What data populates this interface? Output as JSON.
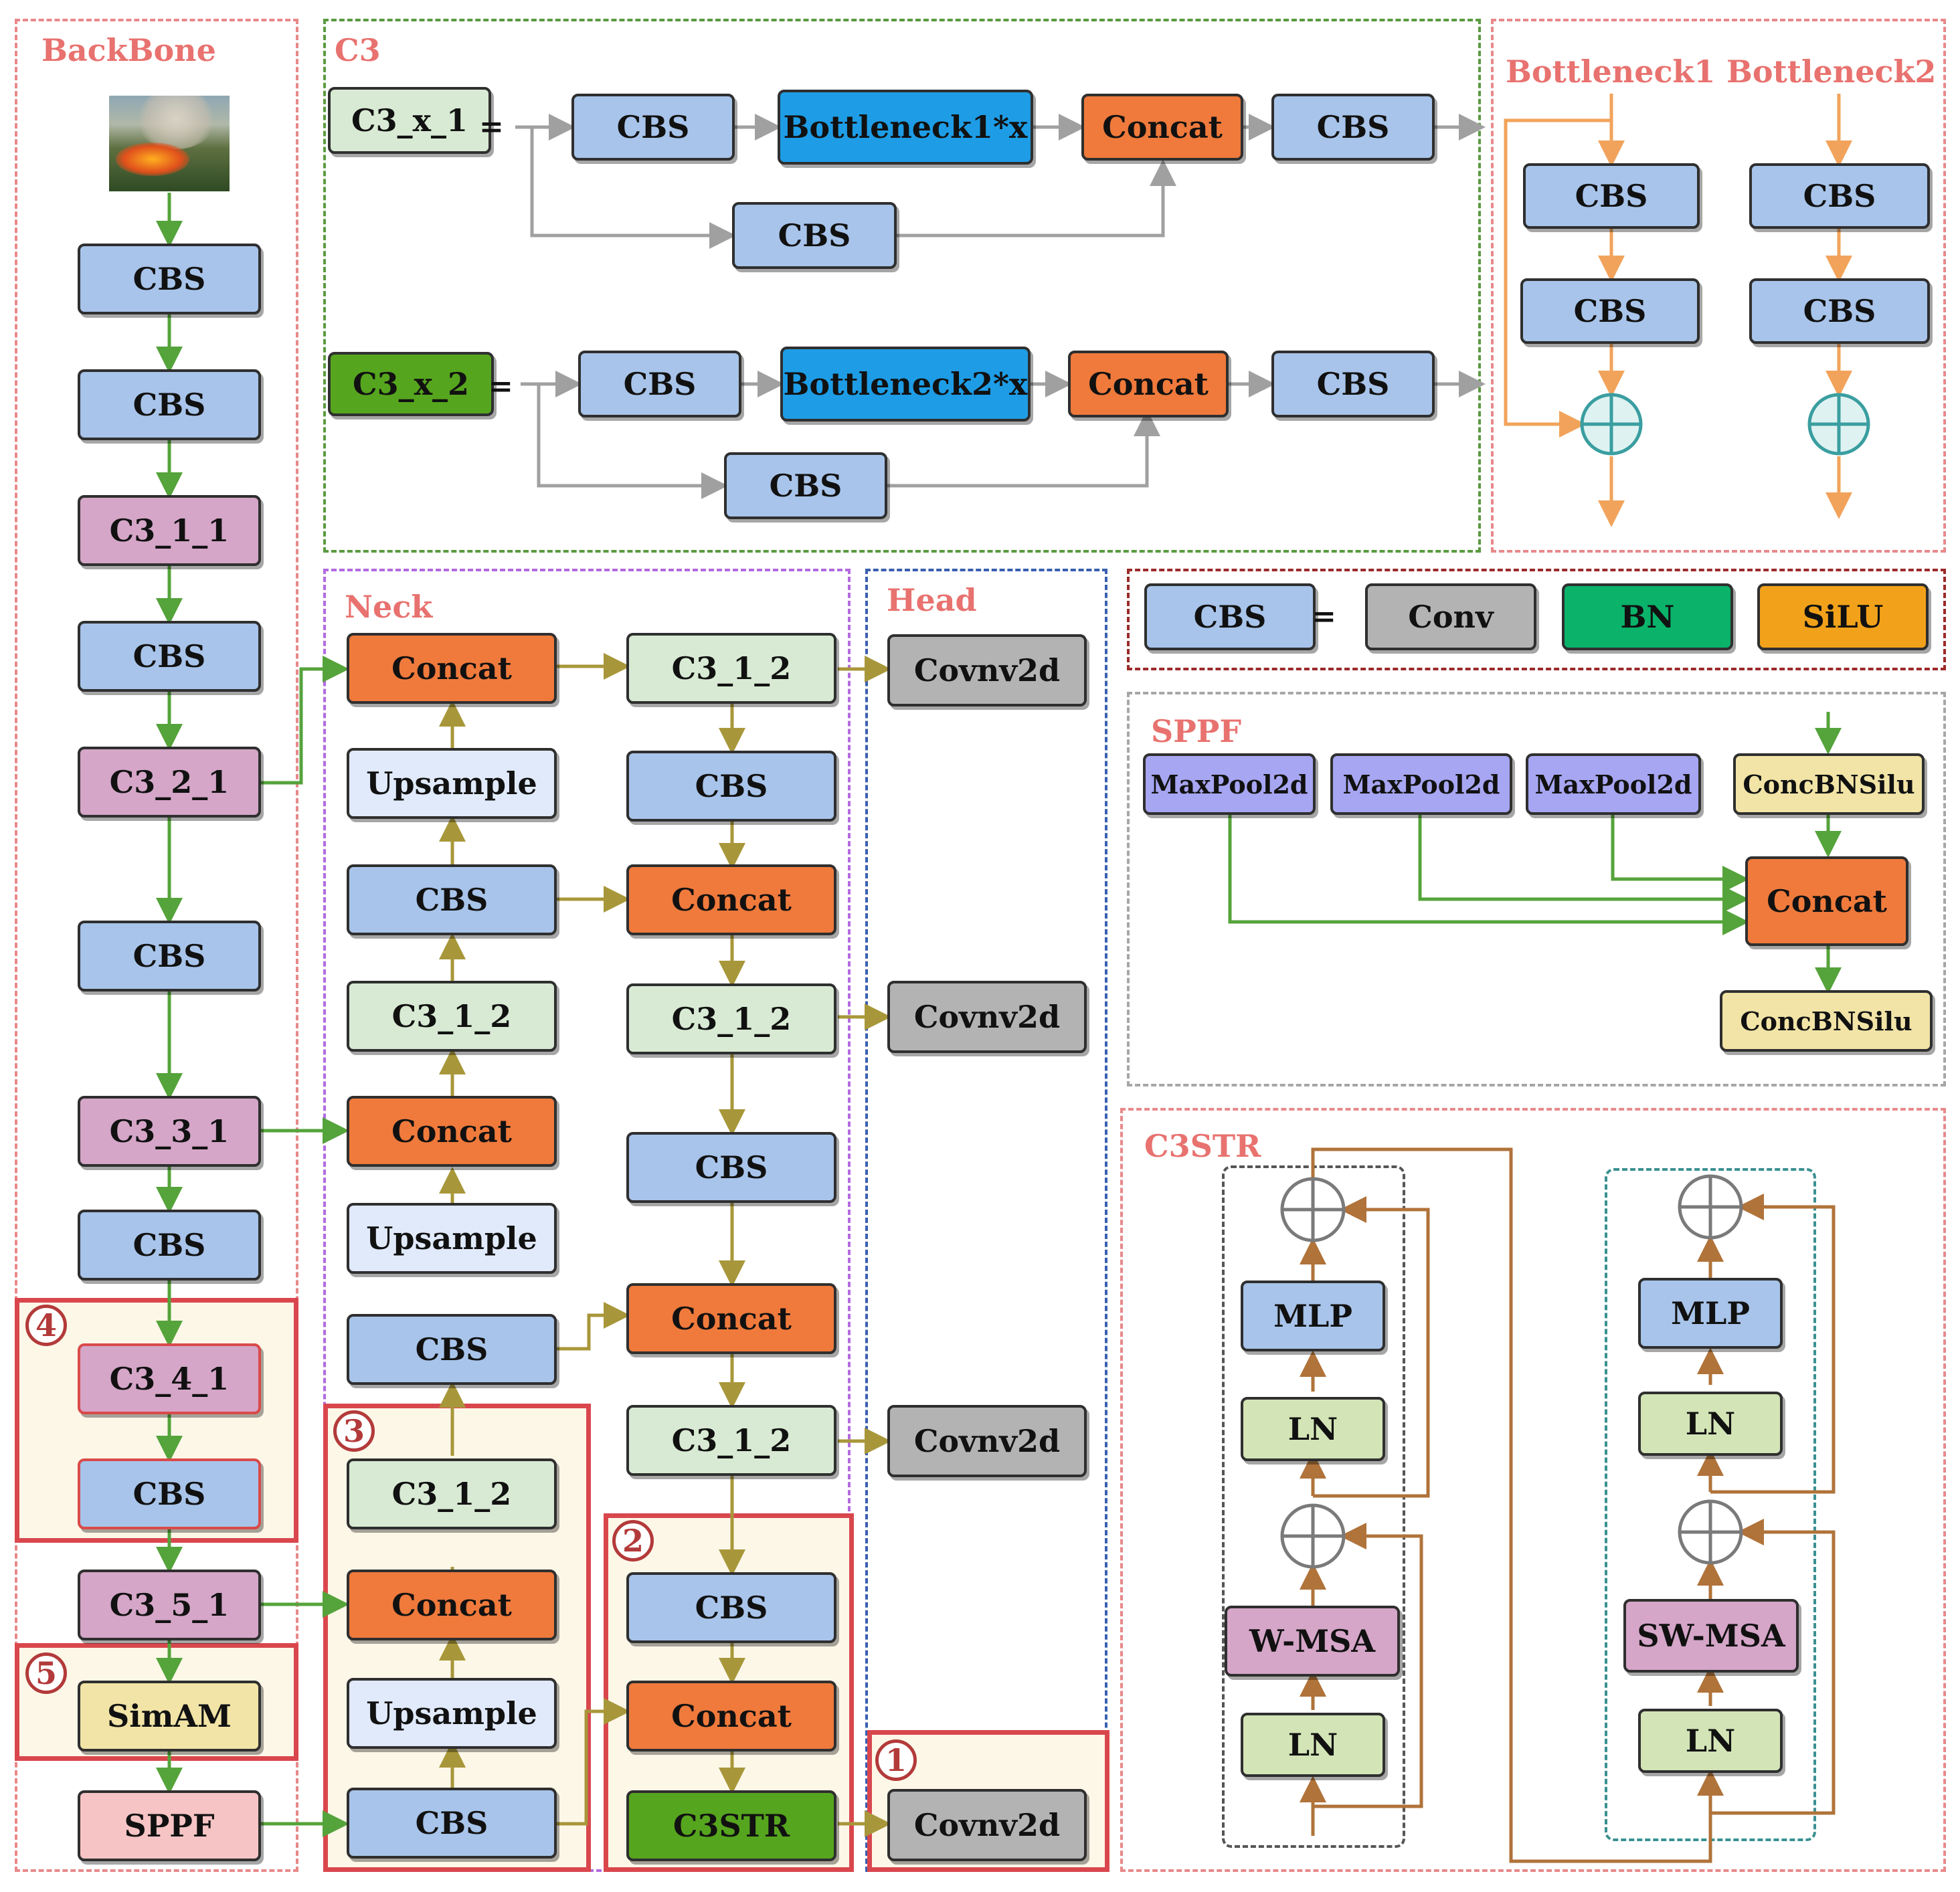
{
  "sections": {
    "backbone": "BackBone",
    "c3": "C3",
    "neck": "Neck",
    "head": "Head",
    "bottleneck1": "Bottleneck1",
    "bottleneck2": "Bottleneck2",
    "sppf": "SPPF",
    "c3str": "C3STR"
  },
  "badges": {
    "one": "1",
    "two": "2",
    "three": "3",
    "four": "4",
    "five": "5"
  },
  "backbone": {
    "cbs1": "CBS",
    "cbs2": "CBS",
    "c3_1_1": "C3_1_1",
    "cbs3": "CBS",
    "c3_2_1": "C3_2_1",
    "cbs4": "CBS",
    "c3_3_1": "C3_3_1",
    "cbs5": "CBS",
    "c3_4_1": "C3_4_1",
    "cbs6": "CBS",
    "c3_5_1": "C3_5_1",
    "simam": "SimAM",
    "sppf": "SPPF"
  },
  "c3": {
    "row1": {
      "name": "C3_x_1",
      "eq": "=",
      "cbs_a": "CBS",
      "bottleneck": "Bottleneck1*x",
      "concat": "Concat",
      "cbs_b": "CBS",
      "cbs_skip": "CBS"
    },
    "row2": {
      "name": "C3_x_2",
      "eq": "=",
      "cbs_a": "CBS",
      "bottleneck": "Bottleneck2*x",
      "concat": "Concat",
      "cbs_b": "CBS",
      "cbs_skip": "CBS"
    }
  },
  "bottleneck1": {
    "cbs1": "CBS",
    "cbs2": "CBS"
  },
  "bottleneck2": {
    "cbs1": "CBS",
    "cbs2": "CBS"
  },
  "cbs_def": {
    "cbs": "CBS",
    "eq": "=",
    "conv": "Conv",
    "bn": "BN",
    "silu": "SiLU"
  },
  "neck": {
    "concat1": "Concat",
    "upsample1": "Upsample",
    "cbs1": "CBS",
    "c3_1_2_a": "C3_1_2",
    "concat2": "Concat",
    "upsample2": "Upsample",
    "cbs2": "CBS",
    "c3_1_2_b": "C3_1_2",
    "concat3": "Concat",
    "upsample3": "Upsample",
    "cbs3": "CBS",
    "r_c3_1_2_a": "C3_1_2",
    "r_cbs1": "CBS",
    "r_concat1": "Concat",
    "r_c3_1_2_b": "C3_1_2",
    "r_cbs2": "CBS",
    "r_concat2": "Concat",
    "r_c3_1_2_c": "C3_1_2",
    "r_cbs3": "CBS",
    "r_concat3": "Concat",
    "c3str": "C3STR"
  },
  "head": {
    "conv1": "Covnv2d",
    "conv2": "Covnv2d",
    "conv3": "Covnv2d",
    "conv4": "Covnv2d"
  },
  "sppf": {
    "maxpool1": "MaxPool2d",
    "maxpool2": "MaxPool2d",
    "maxpool3": "MaxPool2d",
    "conc_top": "ConcBNSilu",
    "concat": "Concat",
    "conc_bottom": "ConcBNSilu"
  },
  "c3str": {
    "mlp_l": "MLP",
    "ln_l_top": "LN",
    "wmsa": "W-MSA",
    "ln_l_bottom": "LN",
    "mlp_r": "MLP",
    "ln_r_top": "LN",
    "swmsa": "SW-MSA",
    "ln_r_bottom": "LN"
  },
  "colors": {
    "blue": "#a8c4ea",
    "purple": "#d5a6c8",
    "light_green": "#d8ead3",
    "orange": "#ef7a3c",
    "dark_blue": "#1e9de6",
    "green_strong": "#56a51e",
    "gray": "#b3b3b3",
    "bn_green": "#0ab26a",
    "silu_orange": "#f2a21a",
    "light_blue": "#e0eafa",
    "yellow": "#f1e4a6",
    "pink": "#f6c4c4",
    "lavender": "#a7a6f2",
    "ln_green": "#d3e5b6"
  }
}
